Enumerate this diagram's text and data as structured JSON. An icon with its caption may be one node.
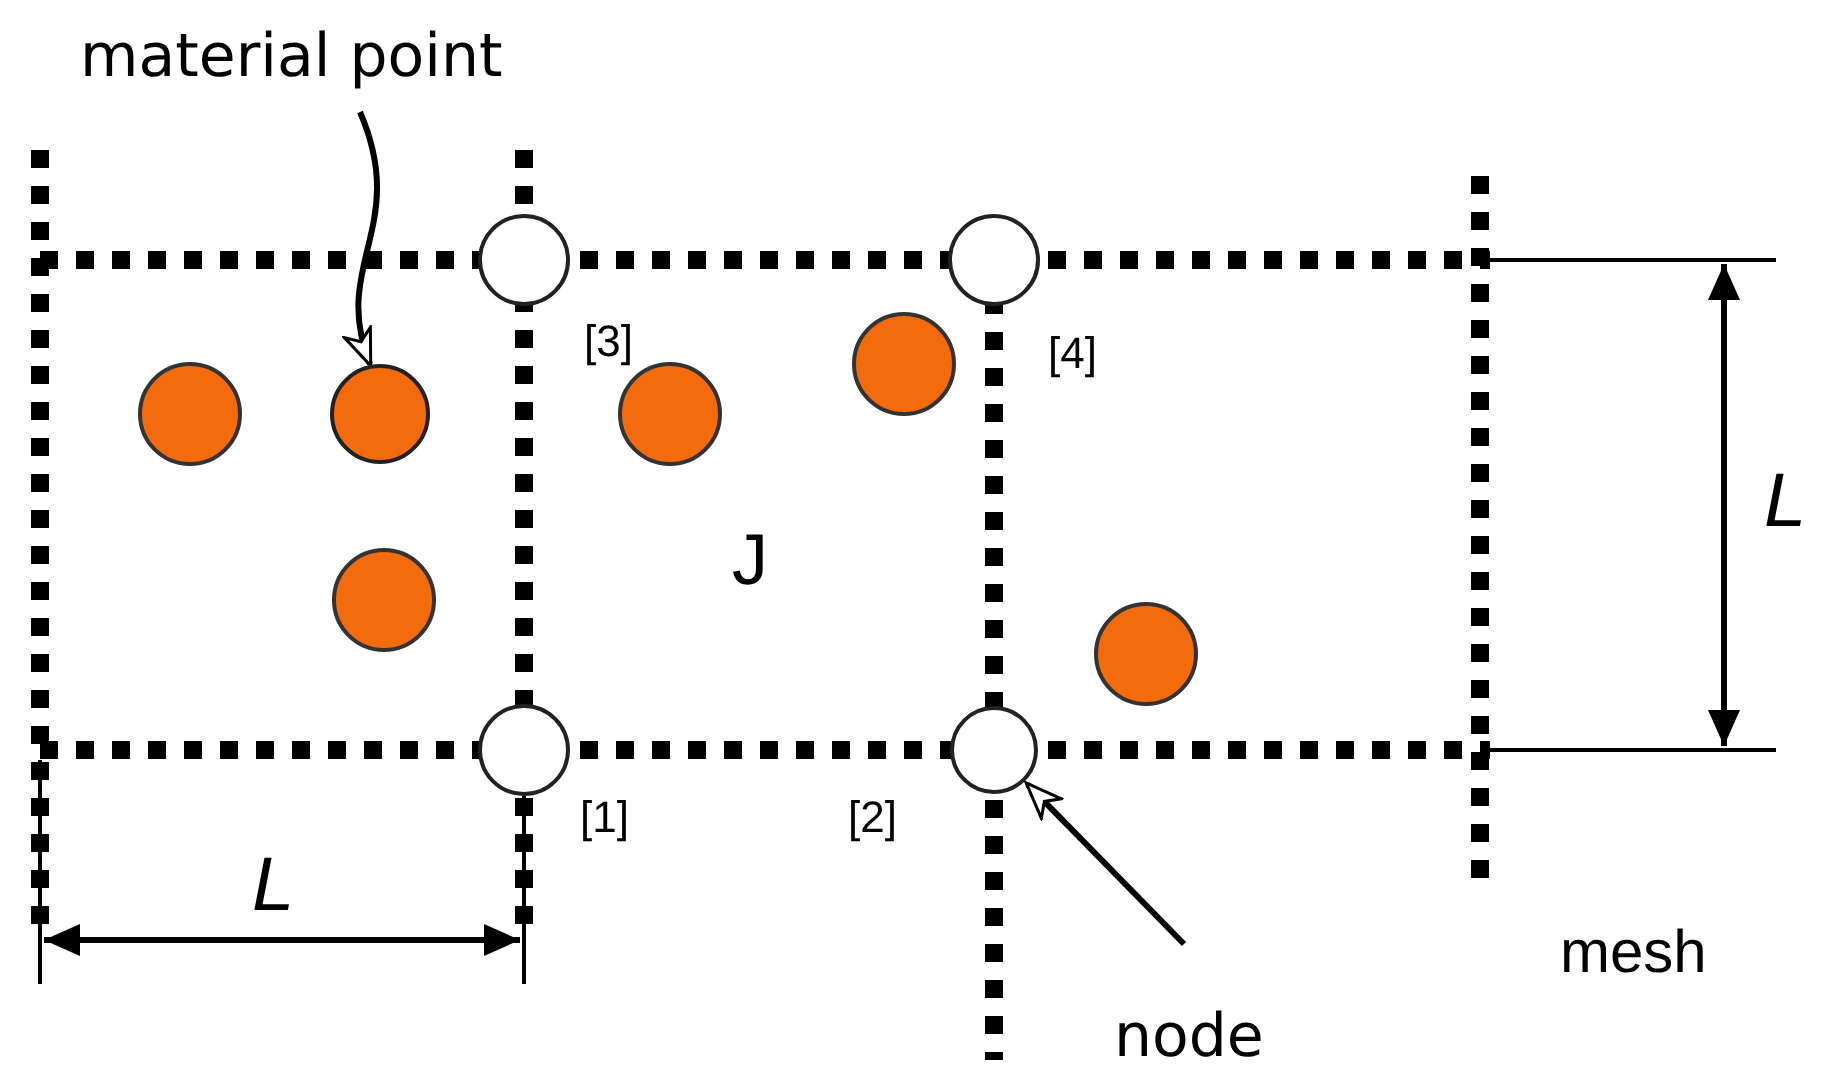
{
  "diagram": {
    "nodes": [
      {
        "text": [
          "material point"
        ]
      },
      {
        "text": [],
        "shape": "circle"
      },
      {
        "text": [
          "node"
        ]
      },
      {
        "text": [],
        "shape": "circle"
      }
    ],
    "edges": [
      {
        "from": 0,
        "to": 1,
        "arrow": "to"
      },
      {
        "from": 2,
        "to": 3,
        "arrow": "to"
      }
    ],
    "labels": [
      "[3]",
      "[4]",
      "J",
      "[1]",
      "[2]",
      "L",
      "L",
      "mesh"
    ]
  }
}
